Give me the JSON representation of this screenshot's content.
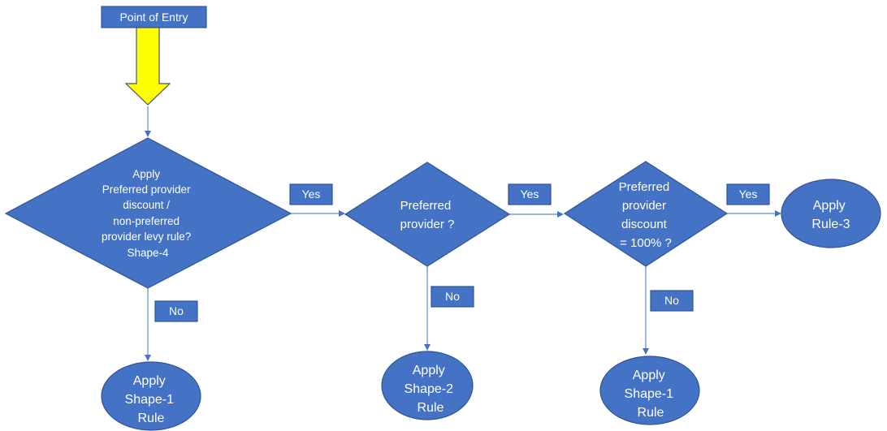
{
  "entry": {
    "label": "Point of Entry"
  },
  "decisions": [
    {
      "lines": [
        "Apply",
        "Preferred provider",
        "discount /",
        "non-preferred",
        "provider levy rule?",
        "Shape-4"
      ]
    },
    {
      "lines": [
        "Preferred",
        "provider ?"
      ]
    },
    {
      "lines": [
        "Preferred",
        "provider",
        "discount",
        "= 100% ?"
      ]
    }
  ],
  "outcomes": [
    {
      "lines": [
        "Apply",
        "Shape-1",
        "Rule"
      ]
    },
    {
      "lines": [
        "Apply",
        "Shape-2",
        "Rule"
      ]
    },
    {
      "lines": [
        "Apply",
        "Shape-1",
        "Rule"
      ]
    },
    {
      "lines": [
        "Apply",
        "Rule-3"
      ]
    }
  ],
  "edge_labels": {
    "yes_1": "Yes",
    "yes_2": "Yes",
    "yes_3": "Yes",
    "no_1": "No",
    "no_2": "No",
    "no_3": "No"
  },
  "colors": {
    "shape_fill": "#4472c4",
    "connector": "#5b8bd6",
    "entry_arrow": "#ffff00",
    "text": "#ffffff"
  }
}
